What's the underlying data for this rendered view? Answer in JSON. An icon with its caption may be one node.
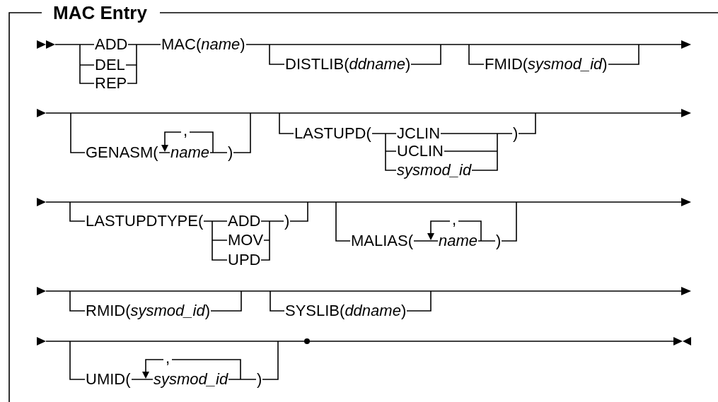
{
  "diagram": {
    "title": "MAC Entry",
    "labels": [
      "ADD",
      "DEL",
      "REP",
      "MAC(*name*)",
      "DISTLIB(*ddname*)",
      "FMID(*sysmod_id*)",
      "GENASM(",
      ",",
      "name",
      ")",
      "LASTUPD(",
      "JCLIN",
      "UCLIN",
      "sysmod_id",
      ")",
      "LASTUPDTYPE(",
      "ADD",
      "MOV",
      "UPD",
      ")",
      "MALIAS(",
      ",",
      "name",
      ")",
      "RMID(*sysmod_id*)",
      "SYSLIB(*ddname*)",
      "UMID(",
      ",",
      "sysmod_id",
      ")"
    ]
  }
}
